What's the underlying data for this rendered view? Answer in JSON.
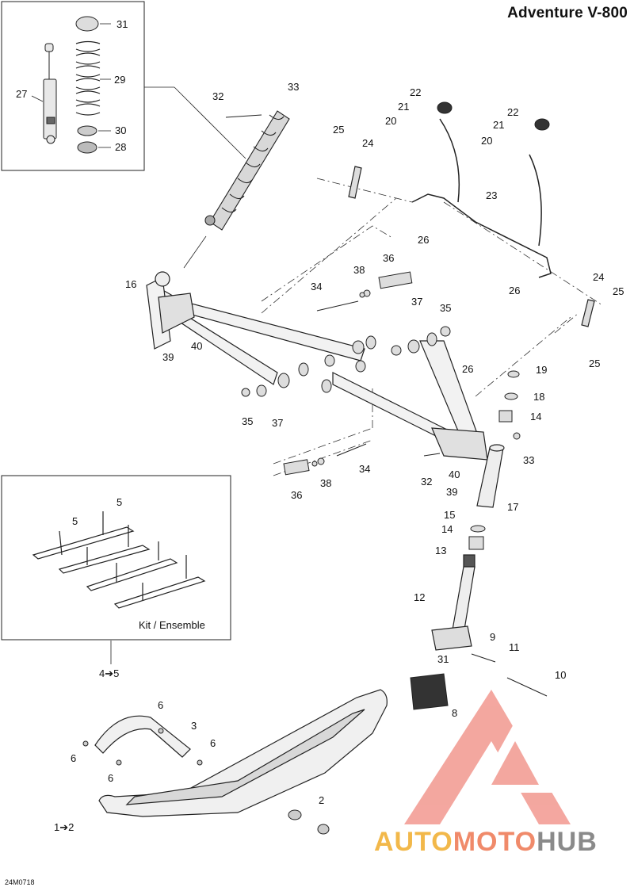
{
  "title": "Adventure V-800",
  "drawing_code": "24M0718",
  "kit_label": "Kit / Ensemble",
  "watermark": {
    "part1": "AUTO",
    "part2": "MOTO",
    "part3": "HUB",
    "colors": {
      "auto": "#f2b84a",
      "moto": "#f08a6a",
      "hub": "#8a8a8a",
      "logo": "#f08a80"
    }
  },
  "callouts": [
    "31",
    "29",
    "27",
    "30",
    "28",
    "32",
    "33",
    "25",
    "24",
    "22",
    "21",
    "20",
    "22",
    "21",
    "20",
    "23",
    "26",
    "26",
    "16",
    "34",
    "38",
    "36",
    "37",
    "35",
    "39",
    "40",
    "24",
    "25",
    "25",
    "19",
    "18",
    "14",
    "33",
    "26",
    "37",
    "35",
    "34",
    "38",
    "36",
    "32",
    "40",
    "39",
    "17",
    "15",
    "14",
    "13",
    "12",
    "9",
    "11",
    "31",
    "10",
    "8",
    "5",
    "5",
    "4➔5",
    "6",
    "3",
    "6",
    "6",
    "6",
    "2",
    "1➔2"
  ]
}
